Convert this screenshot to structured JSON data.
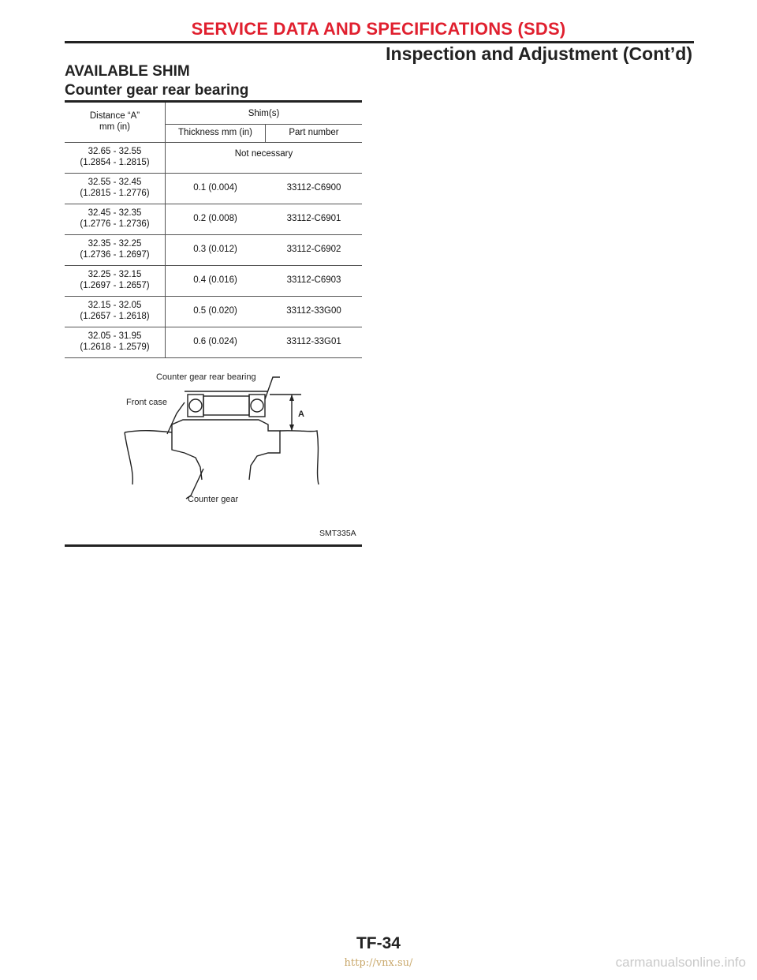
{
  "header": {
    "section": "SERVICE DATA AND SPECIFICATIONS (SDS)",
    "subtitle": "Inspection and Adjustment (Cont’d)"
  },
  "content": {
    "title": "AVAILABLE SHIM",
    "subtitle": "Counter gear rear bearing",
    "table": {
      "col_distance_line1": "Distance “A”",
      "col_distance_line2": "mm (in)",
      "col_shim": "Shim(s)",
      "col_thickness": "Thickness mm (in)",
      "col_part": "Part number",
      "rows": [
        {
          "dist1": "32.65 - 32.55",
          "dist2": "(1.2854 - 1.2815)",
          "note": "Not necessary"
        },
        {
          "dist1": "32.55 - 32.45",
          "dist2": "(1.2815 - 1.2776)",
          "thickness": "0.1 (0.004)",
          "part": "33112-C6900"
        },
        {
          "dist1": "32.45 - 32.35",
          "dist2": "(1.2776 - 1.2736)",
          "thickness": "0.2 (0.008)",
          "part": "33112-C6901"
        },
        {
          "dist1": "32.35 - 32.25",
          "dist2": "(1.2736 - 1.2697)",
          "thickness": "0.3 (0.012)",
          "part": "33112-C6902"
        },
        {
          "dist1": "32.25 - 32.15",
          "dist2": "(1.2697 - 1.2657)",
          "thickness": "0.4 (0.016)",
          "part": "33112-C6903"
        },
        {
          "dist1": "32.15 - 32.05",
          "dist2": "(1.2657 - 1.2618)",
          "thickness": "0.5 (0.020)",
          "part": "33112-33G00"
        },
        {
          "dist1": "32.05 - 31.95",
          "dist2": "(1.2618 - 1.2579)",
          "thickness": "0.6 (0.024)",
          "part": "33112-33G01"
        }
      ]
    },
    "diagram": {
      "label_bearing": "Counter gear rear bearing",
      "label_front_case": "Front case",
      "label_a": "A",
      "label_counter_gear": "Counter gear",
      "figure_id": "SMT335A"
    }
  },
  "footer": {
    "page": "TF-34",
    "url": "http://vnx.su/",
    "watermark": "carmanualsonline.info"
  },
  "colors": {
    "header_red": "#e0202f",
    "url_gold": "#c9a86b"
  }
}
